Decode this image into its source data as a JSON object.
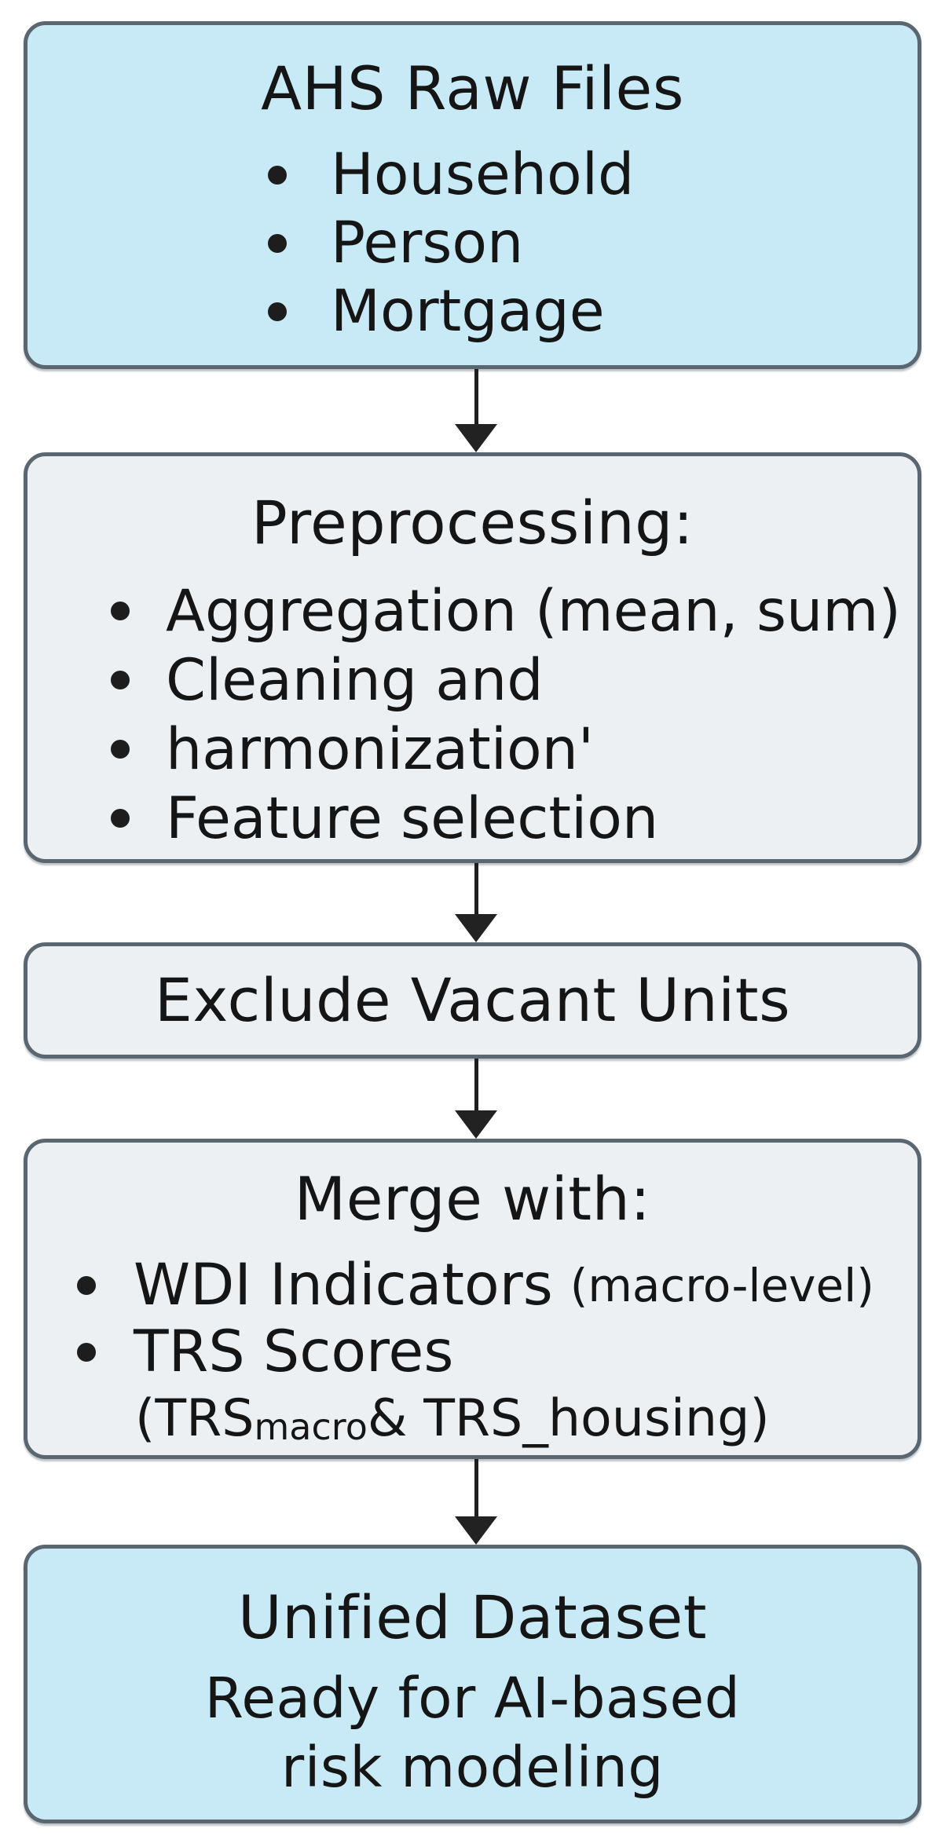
{
  "diagram": {
    "title": "AHS data preparation flowchart",
    "colors": {
      "blue_fill": "#c7eaf6",
      "gray_fill": "#edf0f2",
      "border": "#5a6670",
      "arrow": "#1e1e1e",
      "text": "#151515"
    },
    "boxes": {
      "ahs": {
        "title": "AHS Raw Files",
        "bullets": [
          "Household",
          "Person",
          "Mortgage"
        ]
      },
      "preprocessing": {
        "title": "Preprocessing:",
        "bullets": [
          "Aggregation (mean, sum)",
          "Cleaning and",
          "harmonization'",
          "Feature selection"
        ]
      },
      "exclude": {
        "title": "Exclude Vacant Units"
      },
      "merge": {
        "title": "Merge with:",
        "wdi_main": "WDI Indicators",
        "wdi_note": "(macro-level)",
        "trs_main": "TRS Scores",
        "trs_detail_open": "(TRS",
        "trs_detail_sub": "macro",
        "trs_detail_rest": " & TRS_housing)"
      },
      "unified": {
        "title": "Unified Dataset",
        "subtitle_line1": "Ready for AI-based",
        "subtitle_line2": "risk modeling"
      }
    }
  }
}
